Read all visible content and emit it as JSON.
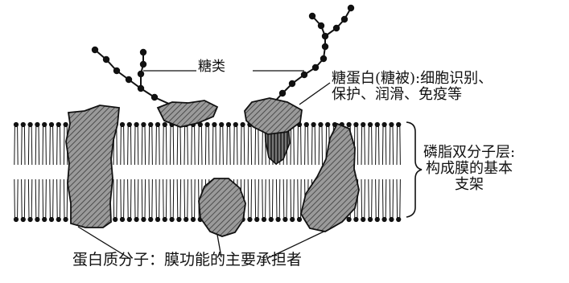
{
  "labels": {
    "carbohydrate": "糖类",
    "glycoprotein_line1": "糖蛋白(糖被):细胞识别、",
    "glycoprotein_line2": "保护、润滑、免疫等",
    "bilayer_line1": "磷脂双分子层:",
    "bilayer_line2": "构成膜的基本",
    "bilayer_line3": "支架",
    "protein": "蛋白质分子：膜功能的主要承担者"
  },
  "colors": {
    "ink": "#111111",
    "protein_fill": "#8a8a8a",
    "background": "#ffffff"
  }
}
